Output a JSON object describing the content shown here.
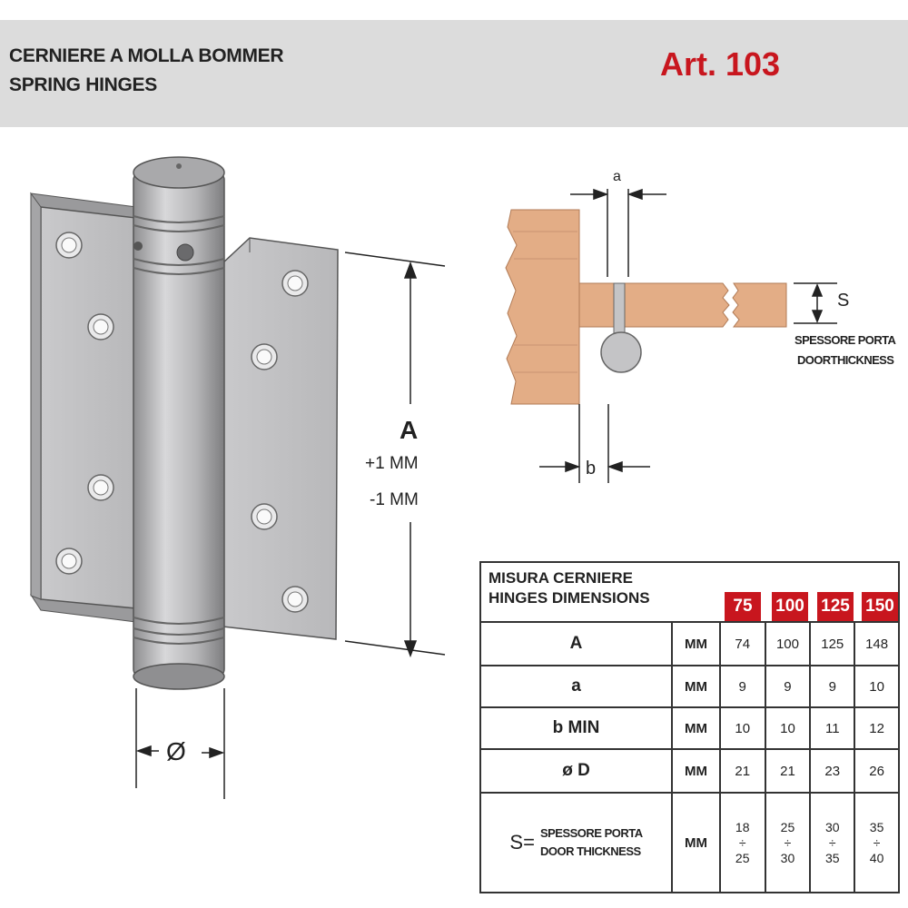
{
  "header": {
    "title_it": "CERNIERE A MOLLA BOMMER",
    "title_en": "SPRING HINGES",
    "article": "Art. 103"
  },
  "hinge_drawing": {
    "dimension_A": "A",
    "tolerance_plus": "+1 MM",
    "tolerance_minus": "-1 MM",
    "diameter_symbol": "Ø"
  },
  "section_drawing": {
    "label_a": "a",
    "label_b": "b",
    "label_S": "S",
    "caption_it": "SPESSORE PORTA",
    "caption_en": "DOORTHICKNESS"
  },
  "table": {
    "header_it": "MISURA CERNIERE",
    "header_en": "HINGES DIMENSIONS",
    "sizes": [
      "75",
      "100",
      "125",
      "150"
    ],
    "rows": [
      {
        "label": "A",
        "unit": "MM",
        "values": [
          "74",
          "100",
          "125",
          "148"
        ]
      },
      {
        "label": "a",
        "unit": "MM",
        "values": [
          "9",
          "9",
          "9",
          "10"
        ]
      },
      {
        "label": "b MIN",
        "unit": "MM",
        "values": [
          "10",
          "10",
          "11",
          "12"
        ]
      },
      {
        "label": "ø D",
        "unit": "MM",
        "values": [
          "21",
          "21",
          "23",
          "26"
        ]
      }
    ],
    "s_row": {
      "prefix": "S=",
      "label_it": "SPESSORE PORTA",
      "label_en": "DOOR THICKNESS",
      "unit": "MM",
      "from": [
        "18",
        "25",
        "30",
        "35"
      ],
      "sep": "÷",
      "to": [
        "25",
        "30",
        "35",
        "40"
      ]
    }
  },
  "colors": {
    "accent_red": "#c8161e",
    "header_gray": "#dcdcdc",
    "wood": "#e3ad86",
    "metal": "#c4c4c6"
  }
}
